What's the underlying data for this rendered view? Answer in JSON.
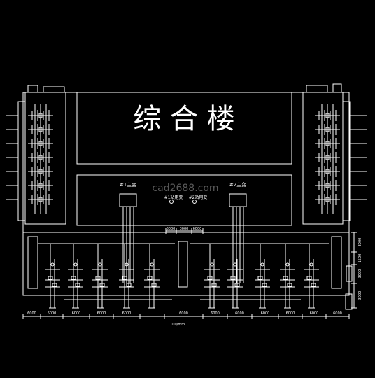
{
  "drawing": {
    "building_label": "综 合 楼",
    "transformer_1": "#1主变",
    "transformer_2": "#2主变",
    "station_tx_1": "#1站用变",
    "station_tx_2": "#2站用变",
    "watermark": "cad2688.com",
    "footer_note": "1100/mm",
    "dim_labels_bottom": [
      "6000",
      "6000",
      "6000",
      "6000",
      "6000",
      "6000",
      "6000",
      "6000",
      "6000",
      "6000",
      "6000",
      "6000"
    ],
    "dim_labels_mid": [
      "6000",
      "3000",
      "6000"
    ],
    "dim_labels_right": [
      "3000",
      "1500",
      "3000",
      "3000"
    ]
  },
  "colors": {
    "background": "#000000",
    "lines": "#ffffff",
    "accent": "#d8d8d8"
  }
}
